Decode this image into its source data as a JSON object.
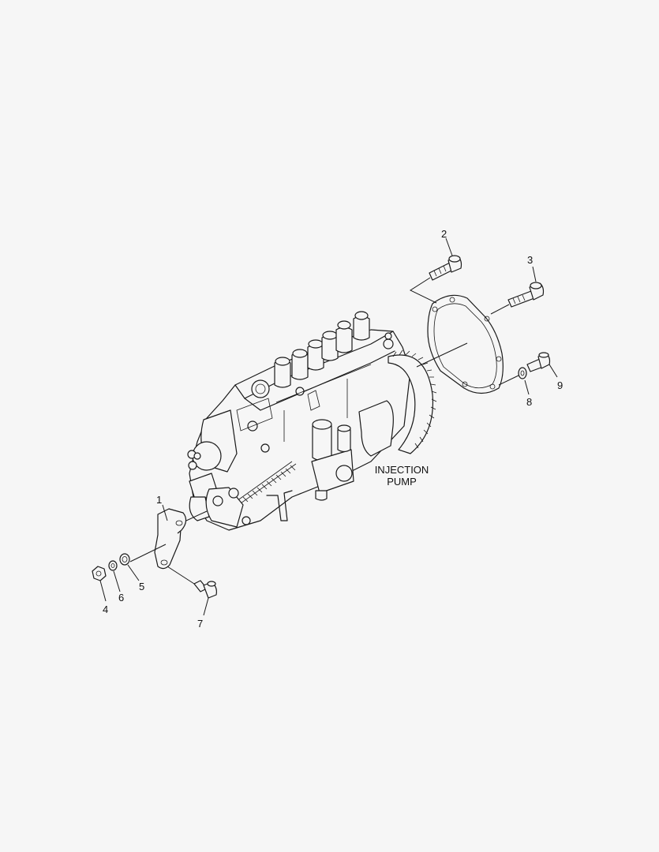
{
  "callouts": [
    {
      "label": "1"
    },
    {
      "label": "2"
    },
    {
      "label": "3"
    },
    {
      "label": "4"
    },
    {
      "label": "5"
    },
    {
      "label": "6"
    },
    {
      "label": "7"
    },
    {
      "label": "8"
    },
    {
      "label": "9"
    }
  ],
  "caption": {
    "line1": "INJECTION",
    "line2": "PUMP"
  }
}
